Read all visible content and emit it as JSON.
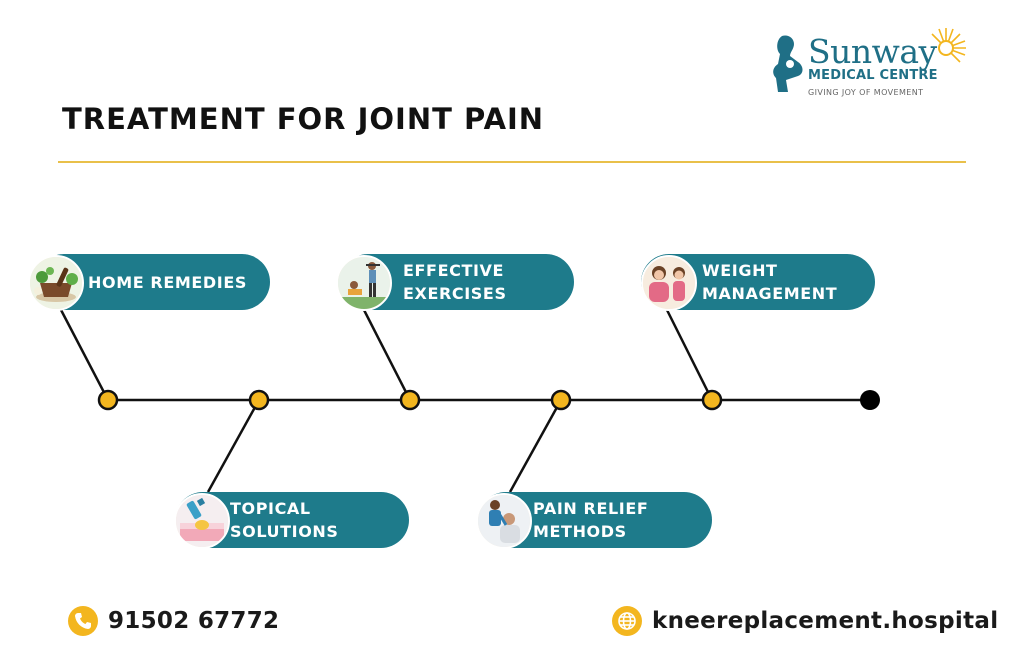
{
  "brand": {
    "name": "Sunway",
    "subtitle": "MEDICAL CENTRE",
    "tagline": "GIVING JOY OF MOVEMENT"
  },
  "title": "TREATMENT FOR JOINT PAIN",
  "colors": {
    "accent_gold": "#f3b61f",
    "pill_teal": "#1e7b8b",
    "rule_gold": "#e9c04a",
    "end_dot": "#000000"
  },
  "treatments": [
    {
      "label": "HOME REMEDIES",
      "icon": "herbs-mortar-icon"
    },
    {
      "label": "TOPICAL\nSOLUTIONS",
      "icon": "skin-cream-icon"
    },
    {
      "label": "EFFECTIVE\nEXERCISES",
      "icon": "exercise-people-icon"
    },
    {
      "label": "PAIN RELIEF\nMETHODS",
      "icon": "physiotherapy-icon"
    },
    {
      "label": "WEIGHT\nMANAGEMENT",
      "icon": "weight-people-icon"
    }
  ],
  "footer": {
    "phone": "91502 67772",
    "phone_icon": "phone-icon",
    "website": "kneereplacement.hospital",
    "website_icon": "globe-icon"
  }
}
